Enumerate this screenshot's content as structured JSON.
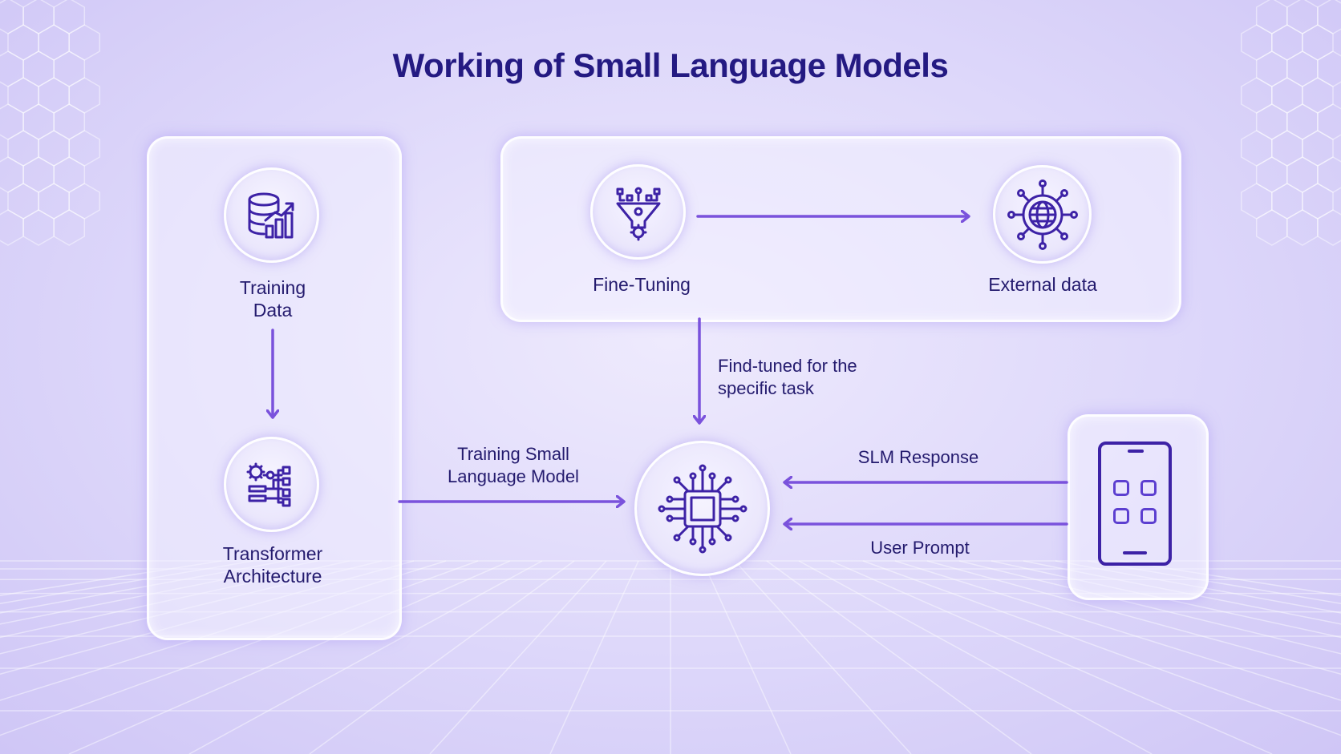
{
  "title": "Working of Small Language Models",
  "nodes": {
    "training_data": {
      "label_line1": "Training",
      "label_line2": "Data",
      "icon": "database-chart-icon"
    },
    "transformer": {
      "label_line1": "Transformer",
      "label_line2": "Architecture",
      "icon": "transformer-circuit-icon"
    },
    "fine_tuning": {
      "label": "Fine-Tuning",
      "icon": "funnel-gear-icon"
    },
    "external_data": {
      "label": "External data",
      "icon": "globe-network-icon"
    },
    "slm": {
      "icon": "cpu-chip-icon"
    },
    "device": {
      "icon": "smartphone-icon"
    }
  },
  "edges": {
    "training_slm": {
      "line1": "Training Small",
      "line2": "Language Model"
    },
    "fine_tuned": {
      "line1": "Find-tuned for the",
      "line2": "specific task"
    },
    "slm_response": "SLM Response",
    "user_prompt": "User Prompt"
  },
  "colors": {
    "title": "#241a82",
    "text": "#241b6e",
    "arrow": "#7a52dc",
    "icon": "#3d22a6",
    "background": "#ddd7fa"
  }
}
